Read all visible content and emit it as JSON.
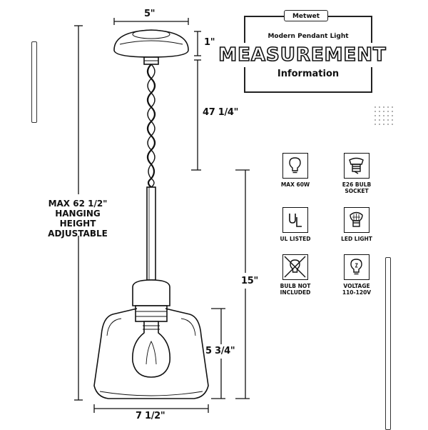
{
  "brand": "Metwet",
  "title_box": {
    "subtitle": "Modern Pendant Light",
    "heading": "MEASUREMENT",
    "subheading": "Information"
  },
  "dimensions": {
    "canopy_width": "5\"",
    "canopy_height": "1\"",
    "chain_length": "47 1/4\"",
    "max_height_lines": [
      "MAX 62 1/2\"",
      "HANGING HEIGHT",
      "ADJUSTABLE"
    ],
    "fixture_height": "15\"",
    "shade_height": "5 3/4\"",
    "shade_width": "7 1/2\""
  },
  "features": [
    {
      "icon": "bulb-icon",
      "lines": [
        "MAX 60W"
      ]
    },
    {
      "icon": "socket-icon",
      "lines": [
        "E26 BULB",
        "SOCKET"
      ]
    },
    {
      "icon": "ul-listed-icon",
      "lines": [
        "UL LISTED"
      ]
    },
    {
      "icon": "led-bulb-icon",
      "lines": [
        "LED LIGHT"
      ]
    },
    {
      "icon": "bulb-crossed-icon",
      "lines": [
        "BULB NOT",
        "INCLUDED"
      ]
    },
    {
      "icon": "voltage-bulb-icon",
      "lines": [
        "VOLTAGE",
        "110-120V"
      ]
    }
  ]
}
